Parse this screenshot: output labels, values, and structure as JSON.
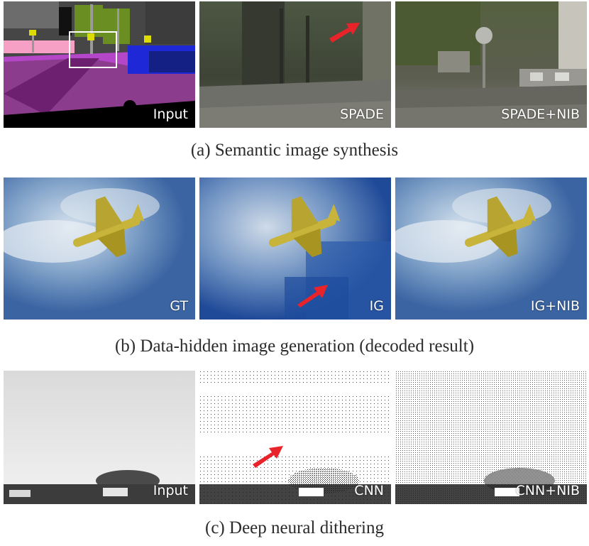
{
  "rows": [
    {
      "caption": "(a) Semantic image synthesis",
      "panels": [
        {
          "label": "Input"
        },
        {
          "label": "SPADE"
        },
        {
          "label": "SPADE+NIB"
        }
      ]
    },
    {
      "caption": "(b) Data-hidden image generation (decoded result)",
      "panels": [
        {
          "label": "GT"
        },
        {
          "label": "IG"
        },
        {
          "label": "IG+NIB"
        }
      ]
    },
    {
      "caption": "(c) Deep neural dithering",
      "panels": [
        {
          "label": "Input"
        },
        {
          "label": "CNN"
        },
        {
          "label": "CNN+NIB"
        }
      ]
    }
  ],
  "colors": {
    "arrow": "#e8242a",
    "caption_text": "#2b2b2b",
    "panel_label": "#ffffff"
  },
  "icons": {
    "arrow": "red-arrow-icon"
  }
}
